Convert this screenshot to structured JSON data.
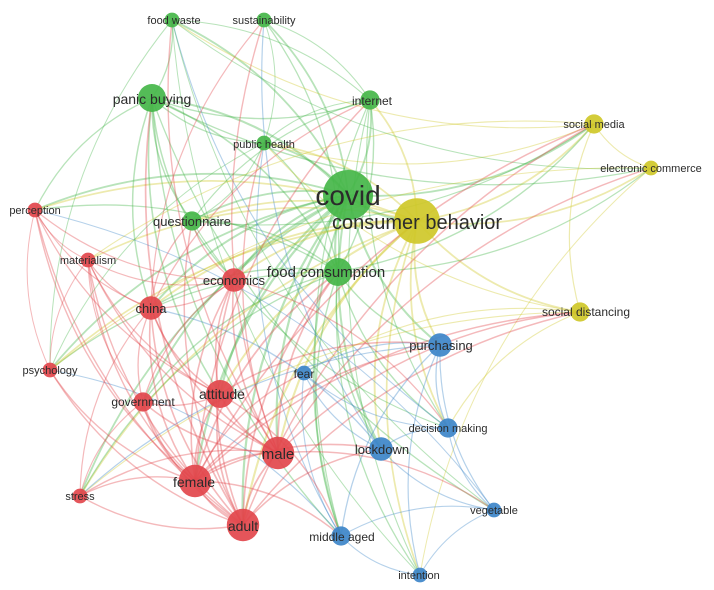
{
  "colors": {
    "red": "#e2474c",
    "green": "#45b649",
    "blue": "#3d86c9",
    "yellow": "#cfc829",
    "label": "#2b2b2b"
  },
  "nodes": [
    {
      "id": "covid",
      "label": "covid",
      "cluster": "green",
      "weight": 10
    },
    {
      "id": "consumer_behavior",
      "label": "consumer behavior",
      "cluster": "yellow",
      "weight": 9
    },
    {
      "id": "food_consumption",
      "label": "food consumption",
      "cluster": "green",
      "weight": 5
    },
    {
      "id": "panic_buying",
      "label": "panic buying",
      "cluster": "green",
      "weight": 5
    },
    {
      "id": "internet",
      "label": "internet",
      "cluster": "green",
      "weight": 3
    },
    {
      "id": "questionnaire",
      "label": "questionnaire",
      "cluster": "green",
      "weight": 3
    },
    {
      "id": "public_health",
      "label": "public health",
      "cluster": "green",
      "weight": 2
    },
    {
      "id": "food_waste",
      "label": "food waste",
      "cluster": "green",
      "weight": 2
    },
    {
      "id": "sustainability",
      "label": "sustainability",
      "cluster": "green",
      "weight": 2
    },
    {
      "id": "social_media",
      "label": "social media",
      "cluster": "yellow",
      "weight": 3
    },
    {
      "id": "electronic_commerce",
      "label": "electronic commerce",
      "cluster": "yellow",
      "weight": 2
    },
    {
      "id": "social_distancing",
      "label": "social distancing",
      "cluster": "yellow",
      "weight": 3
    },
    {
      "id": "purchasing",
      "label": "purchasing",
      "cluster": "blue",
      "weight": 4
    },
    {
      "id": "fear",
      "label": "fear",
      "cluster": "blue",
      "weight": 2
    },
    {
      "id": "decision_making",
      "label": "decision making",
      "cluster": "blue",
      "weight": 3
    },
    {
      "id": "lockdown",
      "label": "lockdown",
      "cluster": "blue",
      "weight": 4
    },
    {
      "id": "vegetable",
      "label": "vegetable",
      "cluster": "blue",
      "weight": 2
    },
    {
      "id": "middle_aged",
      "label": "middle aged",
      "cluster": "blue",
      "weight": 3
    },
    {
      "id": "intention",
      "label": "intention",
      "cluster": "blue",
      "weight": 2
    },
    {
      "id": "perception",
      "label": "perception",
      "cluster": "red",
      "weight": 2
    },
    {
      "id": "materialism",
      "label": "materialism",
      "cluster": "red",
      "weight": 2
    },
    {
      "id": "china",
      "label": "china",
      "cluster": "red",
      "weight": 4
    },
    {
      "id": "economics",
      "label": "economics",
      "cluster": "red",
      "weight": 4
    },
    {
      "id": "psychology",
      "label": "psychology",
      "cluster": "red",
      "weight": 2
    },
    {
      "id": "government",
      "label": "government",
      "cluster": "red",
      "weight": 3
    },
    {
      "id": "attitude",
      "label": "attitude",
      "cluster": "red",
      "weight": 5
    },
    {
      "id": "male",
      "label": "male",
      "cluster": "red",
      "weight": 6
    },
    {
      "id": "female",
      "label": "female",
      "cluster": "red",
      "weight": 6
    },
    {
      "id": "stress",
      "label": "stress",
      "cluster": "red",
      "weight": 2
    },
    {
      "id": "adult",
      "label": "adult",
      "cluster": "red",
      "weight": 6
    }
  ]
}
